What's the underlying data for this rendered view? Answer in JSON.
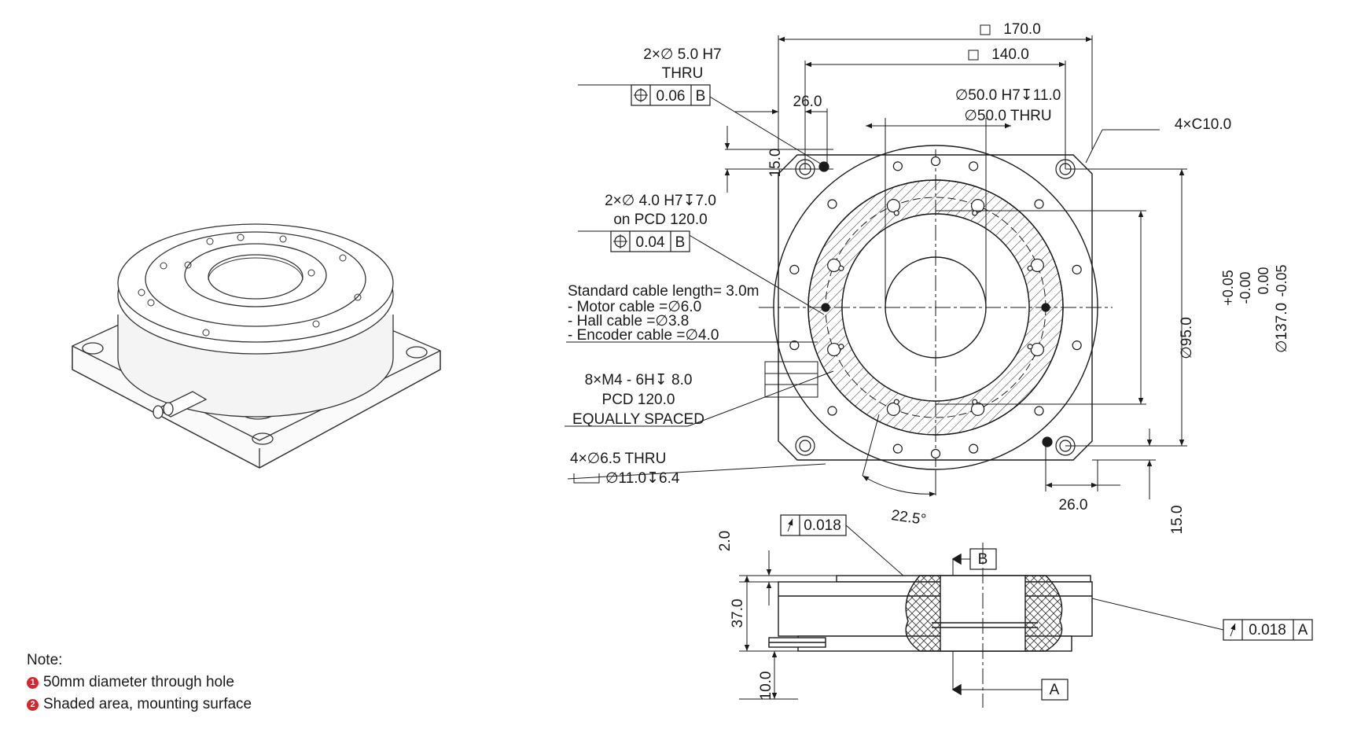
{
  "notes": {
    "title": "Note:",
    "items": [
      {
        "num": "1",
        "text": "50mm diameter through hole"
      },
      {
        "num": "2",
        "text": "Shaded area, mounting surface"
      }
    ]
  },
  "dims": {
    "sq170": "170.0",
    "sq140": "140.0",
    "d26_top": "26.0",
    "d15_top": "15.0",
    "d26_bot": "26.0",
    "d15_bot": "15.0",
    "bore_h7": "∅50.0 H7↧11.0",
    "bore_thru": "∅50.0 THRU",
    "chamfer": "4×C10.0",
    "d95": "∅95.0",
    "d95_tol_up": "+0.05",
    "d95_tol_lo": "-0.00",
    "d137": "∅137.0",
    "d137_tol_up": "0.00",
    "d137_tol_lo": "-0.05",
    "angle": "22.5°",
    "h2": "2.0",
    "h37": "37.0",
    "h10": "10.0"
  },
  "callouts": {
    "pin5_l1": "2×∅ 5.0 H7",
    "pin5_l2": "THRU",
    "pin5_tol": "0.06",
    "pin5_ref": "B",
    "pin4_l1": "2×∅ 4.0 H7↧7.0",
    "pin4_l2": "on PCD 120.0",
    "pin4_tol": "0.04",
    "pin4_ref": "B",
    "cable_l1": "Standard cable length= 3.0m",
    "cable_l2": "- Motor cable =∅6.0",
    "cable_l3": "- Hall cable =∅3.8",
    "cable_l4": "- Encoder cable =∅4.0",
    "m4_l1": "8×M4 - 6H↧ 8.0",
    "m4_l2": "PCD 120.0",
    "m4_l3": "EQUALLY SPACED",
    "thru_l1": "4×∅6.5 THRU",
    "thru_l2": "∅11.0↧6.4",
    "runout_top": "0.018",
    "runout_right": "0.018",
    "runout_right_ref": "A",
    "datum_b": "B",
    "datum_a": "A"
  },
  "colors": {
    "line": "#1a1a1a",
    "bullet": "#d7262c"
  }
}
